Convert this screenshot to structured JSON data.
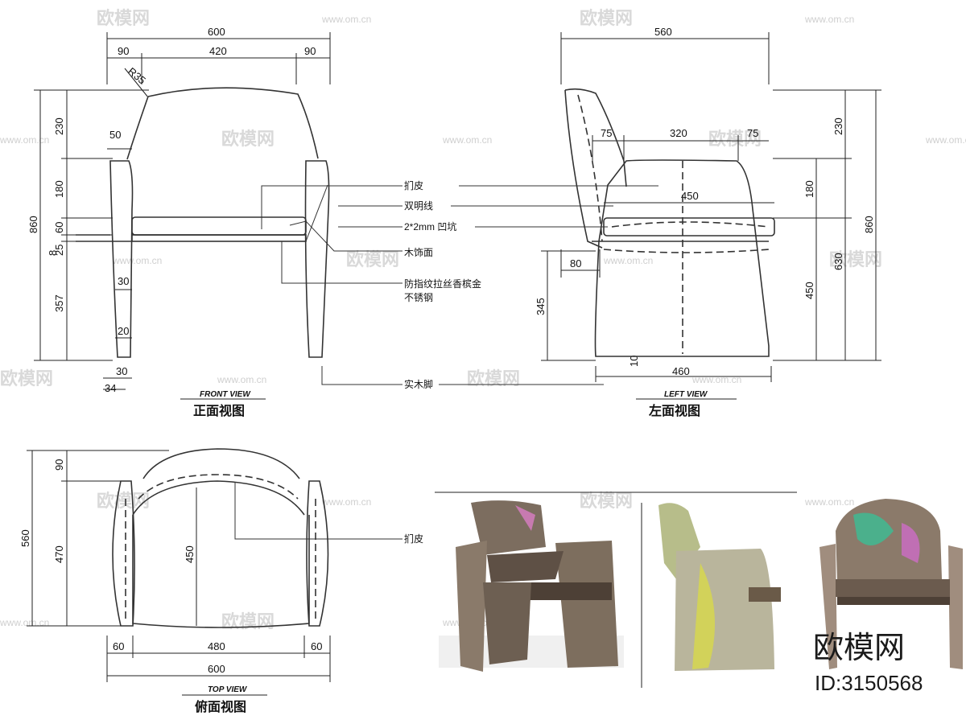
{
  "watermark": {
    "brand": "欧模网",
    "url": "www.om.cn",
    "url_short": "www.om.cn"
  },
  "brand_corner": {
    "name": "欧模网",
    "id": "ID:3150568"
  },
  "front_view": {
    "title_en": "FRONT VIEW",
    "title_cn": "正面视图",
    "dims": {
      "overall_width": "600",
      "arm_left": "90",
      "seat_width": "420",
      "arm_right": "90",
      "radius": "R35",
      "arm_thickness": "50",
      "leg_30": "30",
      "leg_20": "20",
      "leg_30b": "30",
      "leg_34": "34",
      "h_230": "230",
      "h_180": "180",
      "h_60": "60",
      "h_8": "8",
      "h_25": "25",
      "h_357": "357",
      "h_860": "860"
    }
  },
  "left_view": {
    "title_en": "LEFT VIEW",
    "title_cn": "左面视图",
    "dims": {
      "overall_depth": "560",
      "d_75a": "75",
      "d_320": "320",
      "d_75b": "75",
      "d_450": "450",
      "d_80": "80",
      "d_345": "345",
      "d_10": "10",
      "d_460": "460",
      "h_230": "230",
      "h_180": "180",
      "h_630": "630",
      "h_450": "450",
      "h_860": "860"
    }
  },
  "top_view": {
    "title_en": "TOP VIEW",
    "title_cn": "俯面视图",
    "dims": {
      "h_90": "90",
      "h_470": "470",
      "h_560": "560",
      "d_450": "450",
      "w_60a": "60",
      "w_480": "480",
      "w_60b": "60",
      "w_600": "600"
    }
  },
  "annotations": {
    "stitch_leather": "扪皮",
    "double_thread": "双明线",
    "groove": "2*2mm 凹坑",
    "wood_veneer": "木饰面",
    "metal_line1": "防指纹拉丝香槟金",
    "metal_line2": "不锈钢",
    "solid_wood_leg": "实木脚",
    "top_stitch_leather": "扪皮"
  }
}
